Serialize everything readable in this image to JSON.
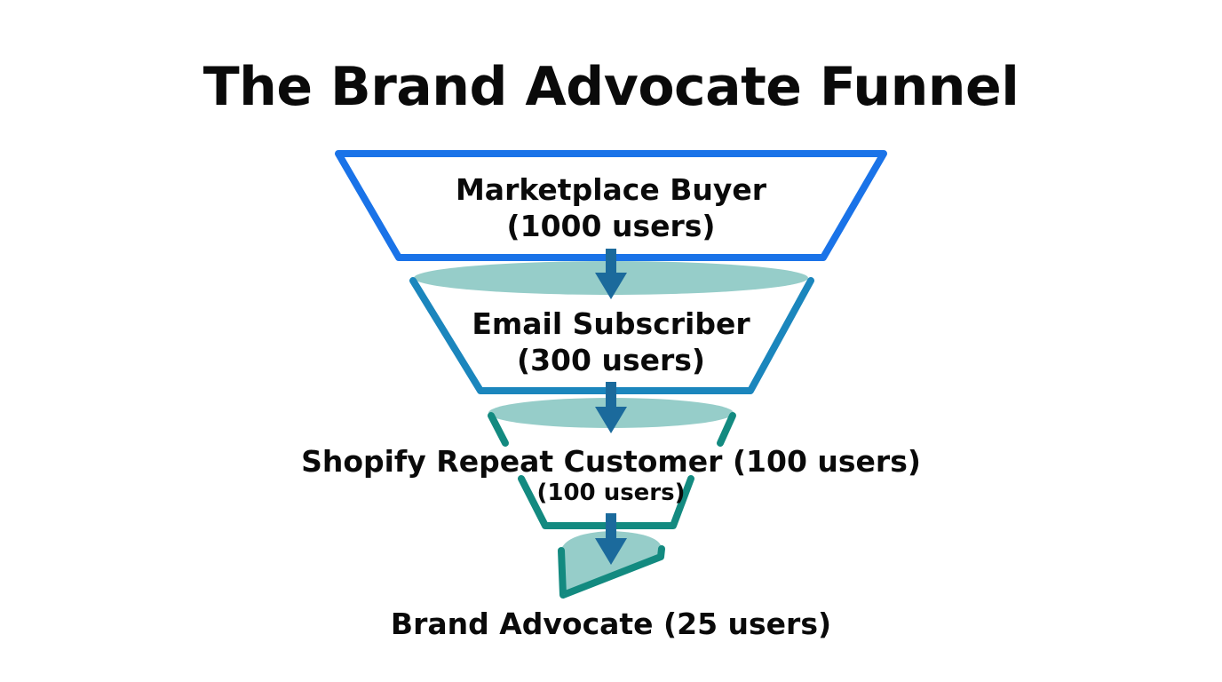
{
  "title": "The Brand Advocate Funnel",
  "colors": {
    "stage1_stroke": "#1a73e8",
    "stage2_stroke": "#1b86bd",
    "stage3_stroke": "#138a80",
    "stage4_stroke": "#138a80",
    "ellipse_fill": "#96cdc9",
    "arrow": "#1b6a9c",
    "text": "#0a0a0a",
    "background": "#ffffff"
  },
  "stages": [
    {
      "name": "Marketplace Buyer",
      "count_label": "(1000 users)",
      "users": 1000
    },
    {
      "name": "Email Subscriber",
      "count_label": "(300 users)",
      "users": 300
    },
    {
      "name": "Shopify Repeat Customer (100 users)",
      "count_label": "(100 users)",
      "users": 100
    },
    {
      "name": "Brand Advocate (25 users)",
      "users": 25
    }
  ]
}
